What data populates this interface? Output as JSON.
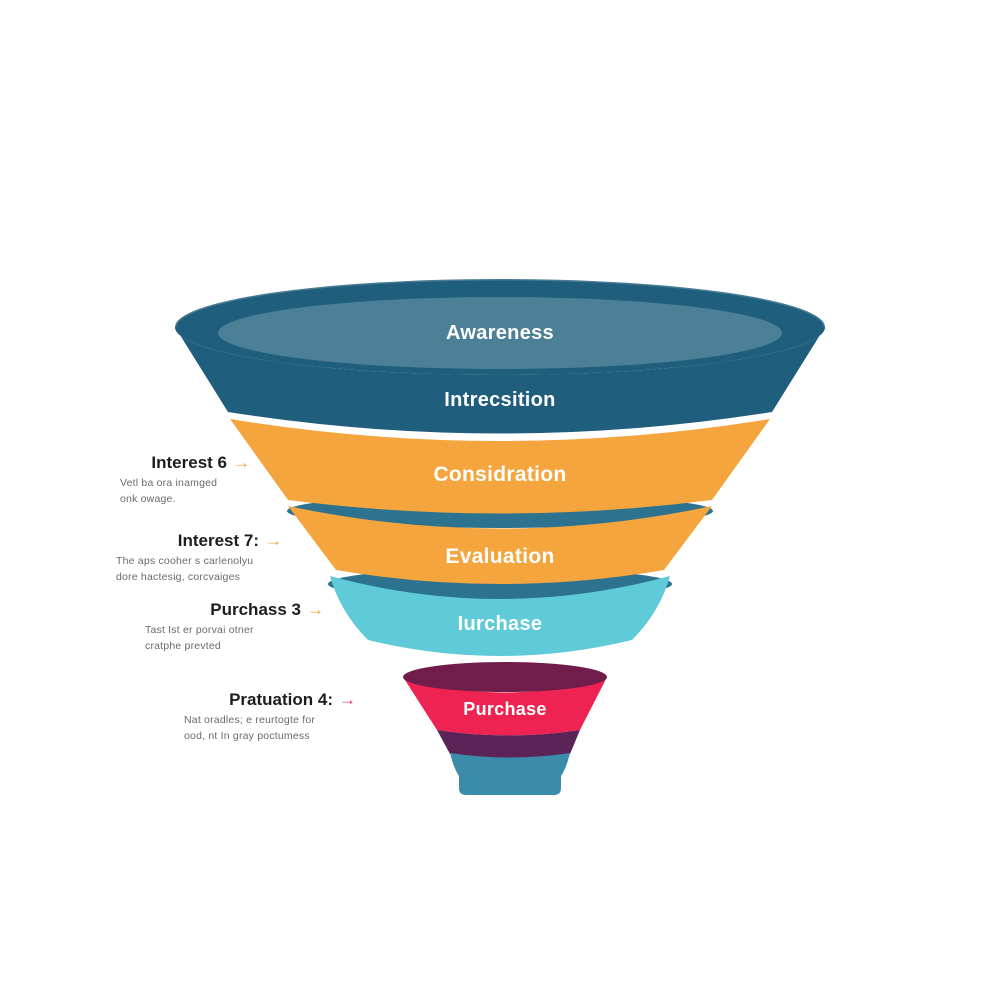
{
  "funnel": {
    "stages": [
      {
        "id": "awareness",
        "label": "Awareness"
      },
      {
        "id": "intrecsition",
        "label": "Intrecsition"
      },
      {
        "id": "considration",
        "label": "Considration"
      },
      {
        "id": "evaluation",
        "label": "Evaluation"
      },
      {
        "id": "iurchase",
        "label": "Iurchase"
      },
      {
        "id": "purchase",
        "label": "Purchase"
      }
    ]
  },
  "colors": {
    "funnel_top": "#1f5e7c",
    "funnel_top_inner": "#4c8096",
    "band_orange": "#f5a53d",
    "separator_teal": "#2d7390",
    "band_cyan": "#5fcbd9",
    "small_funnel_rim": "#701d4b",
    "band_crimson": "#ee2351",
    "band_purple": "#5c2356",
    "stem_teal": "#3b8bab",
    "arrow_orange": "#f09a36",
    "arrow_pink": "#e8365e",
    "stage_text": "#ffffff",
    "annotation_title": "#1d1d1d",
    "annotation_subtext": "#6a6a6a"
  },
  "annotations": [
    {
      "title": "Interest 6",
      "arrow": "→",
      "lines": [
        "Vetl ba ora inamged",
        "onk owage."
      ]
    },
    {
      "title": "Interest 7:",
      "arrow": "→",
      "lines": [
        "The aps cooher s carlenolyu",
        "dore hactesig, corcvaiges"
      ]
    },
    {
      "title": "Purchass 3",
      "arrow": "→",
      "lines": [
        "Tast Ist er porvai otner",
        "cratphe prevted"
      ]
    },
    {
      "title": "Pratuation 4:",
      "arrow": "→",
      "lines": [
        "Nat oradles; e reurtogte for",
        "ood, nt In gray poctumess"
      ]
    }
  ]
}
